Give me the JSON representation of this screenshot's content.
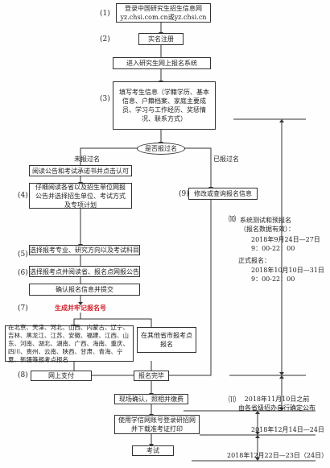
{
  "steps": {
    "n1": "(1)",
    "n2": "(2)",
    "n3": "(3)",
    "n4": "(4)",
    "n5": "(5)",
    "n6": "(6)",
    "n7": "(7)",
    "n8": "(8)",
    "n9": "(9)",
    "n10": "⑽",
    "n11": "⑾"
  },
  "boxes": {
    "login": "登录中国研究生招生信息网\nyz.chsi.com.cn或yz.chsi.cn",
    "register": "实名注册",
    "enter_system": "进入研究生网上报名系统",
    "fill_info": "填写考生信息（学籍学历、基本信息、户籍档案、家庭主要成员、学习与工作经历、奖惩情况、联系方式）",
    "question": "是否报过名",
    "read_notice": "阅读公告和考试承诺书并点击认可",
    "read_browse": "仔细阅读各省以及招生单位网报公告并选择招生单位、考试方式及专项计划",
    "choose_major": "选择报考专业、研究方向以及考试科目",
    "choose_point": "选择报考点并阅读省、报名点网报公告",
    "confirm": "确认报名信息并提交",
    "gen_number": "生成并牢记报名号",
    "provinces": "在北京、天津、河北、山西、内蒙古、辽宁、吉林、黑龙江、江苏、安徽、福建、江西、山东、河南、湖北、湖南、广西、海南、重庆、四川、贵州、云南、陕西、甘肃、青海、宁夏、新疆等报考点报名",
    "other_points": "在其他省市报考点报名",
    "pay": "网上支付",
    "done": "报名完毕",
    "modify": "修改或查询报名信息",
    "onsite": "现场确认，照相并缴费",
    "print": "使用学信网账号登录研招网并下载准考证打印",
    "exam": "考试"
  },
  "labels": {
    "not_registered": "未报过名",
    "registered": "已报过名",
    "trial_title": "系统测试和预报名\n（报名数据有效）：",
    "trial_dates": "2018年9月24日—27日\n9：00-22：00",
    "formal_title": "正式报名：",
    "formal_dates": "2018年10月10日—31日\n9：00-22：00",
    "confirm_deadline": "2018年11月10日之前\n由各省级招办自行确定公布",
    "print_dates": "2018年12月14日—24日",
    "exam_dates": "2018年12月22日—23日（24日）"
  }
}
